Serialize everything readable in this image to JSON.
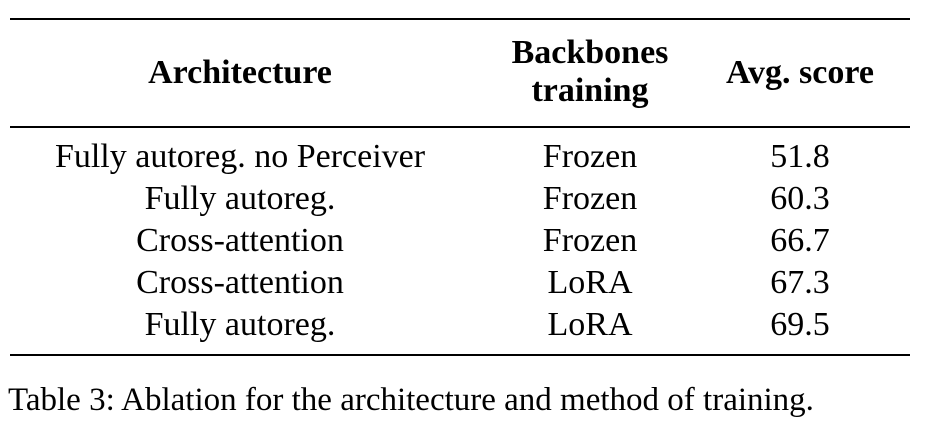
{
  "table": {
    "headers": {
      "architecture": "Architecture",
      "backbones_line1": "Backbones",
      "backbones_line2": "training",
      "score": "Avg. score"
    },
    "rows": [
      {
        "architecture": "Fully autoreg. no Perceiver",
        "backbones": "Frozen",
        "score": "51.8"
      },
      {
        "architecture": "Fully autoreg.",
        "backbones": "Frozen",
        "score": "60.3"
      },
      {
        "architecture": "Cross-attention",
        "backbones": "Frozen",
        "score": "66.7"
      },
      {
        "architecture": "Cross-attention",
        "backbones": "LoRA",
        "score": "67.3"
      },
      {
        "architecture": "Fully autoreg.",
        "backbones": "LoRA",
        "score": "69.5"
      }
    ]
  },
  "caption": "Table 3: Ablation for the architecture and method of training."
}
